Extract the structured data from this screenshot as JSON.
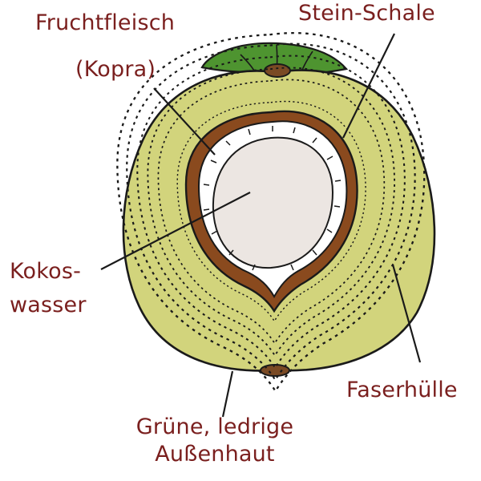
{
  "labels": {
    "fruchtfleisch_line1": "Fruchtfleisch",
    "fruchtfleisch_line2": "(Kopra)",
    "stein_schale": "Stein-Schale",
    "kokoswasser_line1": "Kokos-",
    "kokoswasser_line2": "wasser",
    "faserhuelle": "Faserhülle",
    "aussenhaut_line1": "Grüne, ledrige",
    "aussenhaut_line2": "Außenhaut"
  },
  "colors": {
    "label_text": "#7a1f1e",
    "outline": "#1a1a1a",
    "fibrous_husk": "#d2d47c",
    "green_skin": "#4e9430",
    "stone_shell": "#8a4a1e",
    "copra": "#ffffff",
    "coconut_water": "#ece6e2"
  }
}
